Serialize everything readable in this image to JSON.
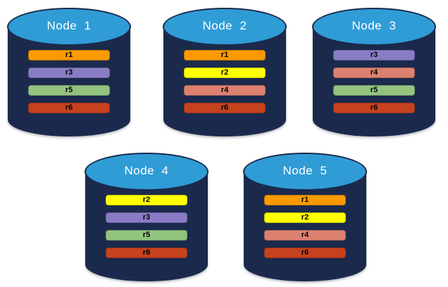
{
  "diagram": {
    "background": "#FFFFFF",
    "cylinder_body_color": "#1B2A4C",
    "cylinder_top_color": "#2F9CD6",
    "node_label_color": "#FFFFFF",
    "replica_label_color": "#000000",
    "replica_colors": {
      "r1": "#FA9A00",
      "r2": "#FFFF00",
      "r3": "#8A7CC4",
      "r4": "#DC8170",
      "r5": "#92C37F",
      "r6": "#C6421F"
    },
    "nodes": [
      {
        "label": "Node  1",
        "replicas": [
          {
            "name": "r1",
            "color": "#FA9A00"
          },
          {
            "name": "r3",
            "color": "#8A7CC4"
          },
          {
            "name": "r5",
            "color": "#92C37F"
          },
          {
            "name": "r6",
            "color": "#C6421F"
          }
        ]
      },
      {
        "label": "Node  2",
        "replicas": [
          {
            "name": "r1",
            "color": "#FA9A00"
          },
          {
            "name": "r2",
            "color": "#FFFF00"
          },
          {
            "name": "r4",
            "color": "#DC8170"
          },
          {
            "name": "r6",
            "color": "#C6421F"
          }
        ]
      },
      {
        "label": "Node  3",
        "replicas": [
          {
            "name": "r3",
            "color": "#8A7CC4"
          },
          {
            "name": "r4",
            "color": "#DC8170"
          },
          {
            "name": "r5",
            "color": "#92C37F"
          },
          {
            "name": "r6",
            "color": "#C6421F"
          }
        ]
      },
      {
        "label": "Node  4",
        "replicas": [
          {
            "name": "r2",
            "color": "#FFFF00"
          },
          {
            "name": "r3",
            "color": "#8A7CC4"
          },
          {
            "name": "r5",
            "color": "#92C37F"
          },
          {
            "name": "r6",
            "color": "#C6421F"
          }
        ]
      },
      {
        "label": "Node  5",
        "replicas": [
          {
            "name": "r1",
            "color": "#FA9A00"
          },
          {
            "name": "r2",
            "color": "#FFFF00"
          },
          {
            "name": "r4",
            "color": "#DC8170"
          },
          {
            "name": "r6",
            "color": "#C6421F"
          }
        ]
      }
    ]
  }
}
